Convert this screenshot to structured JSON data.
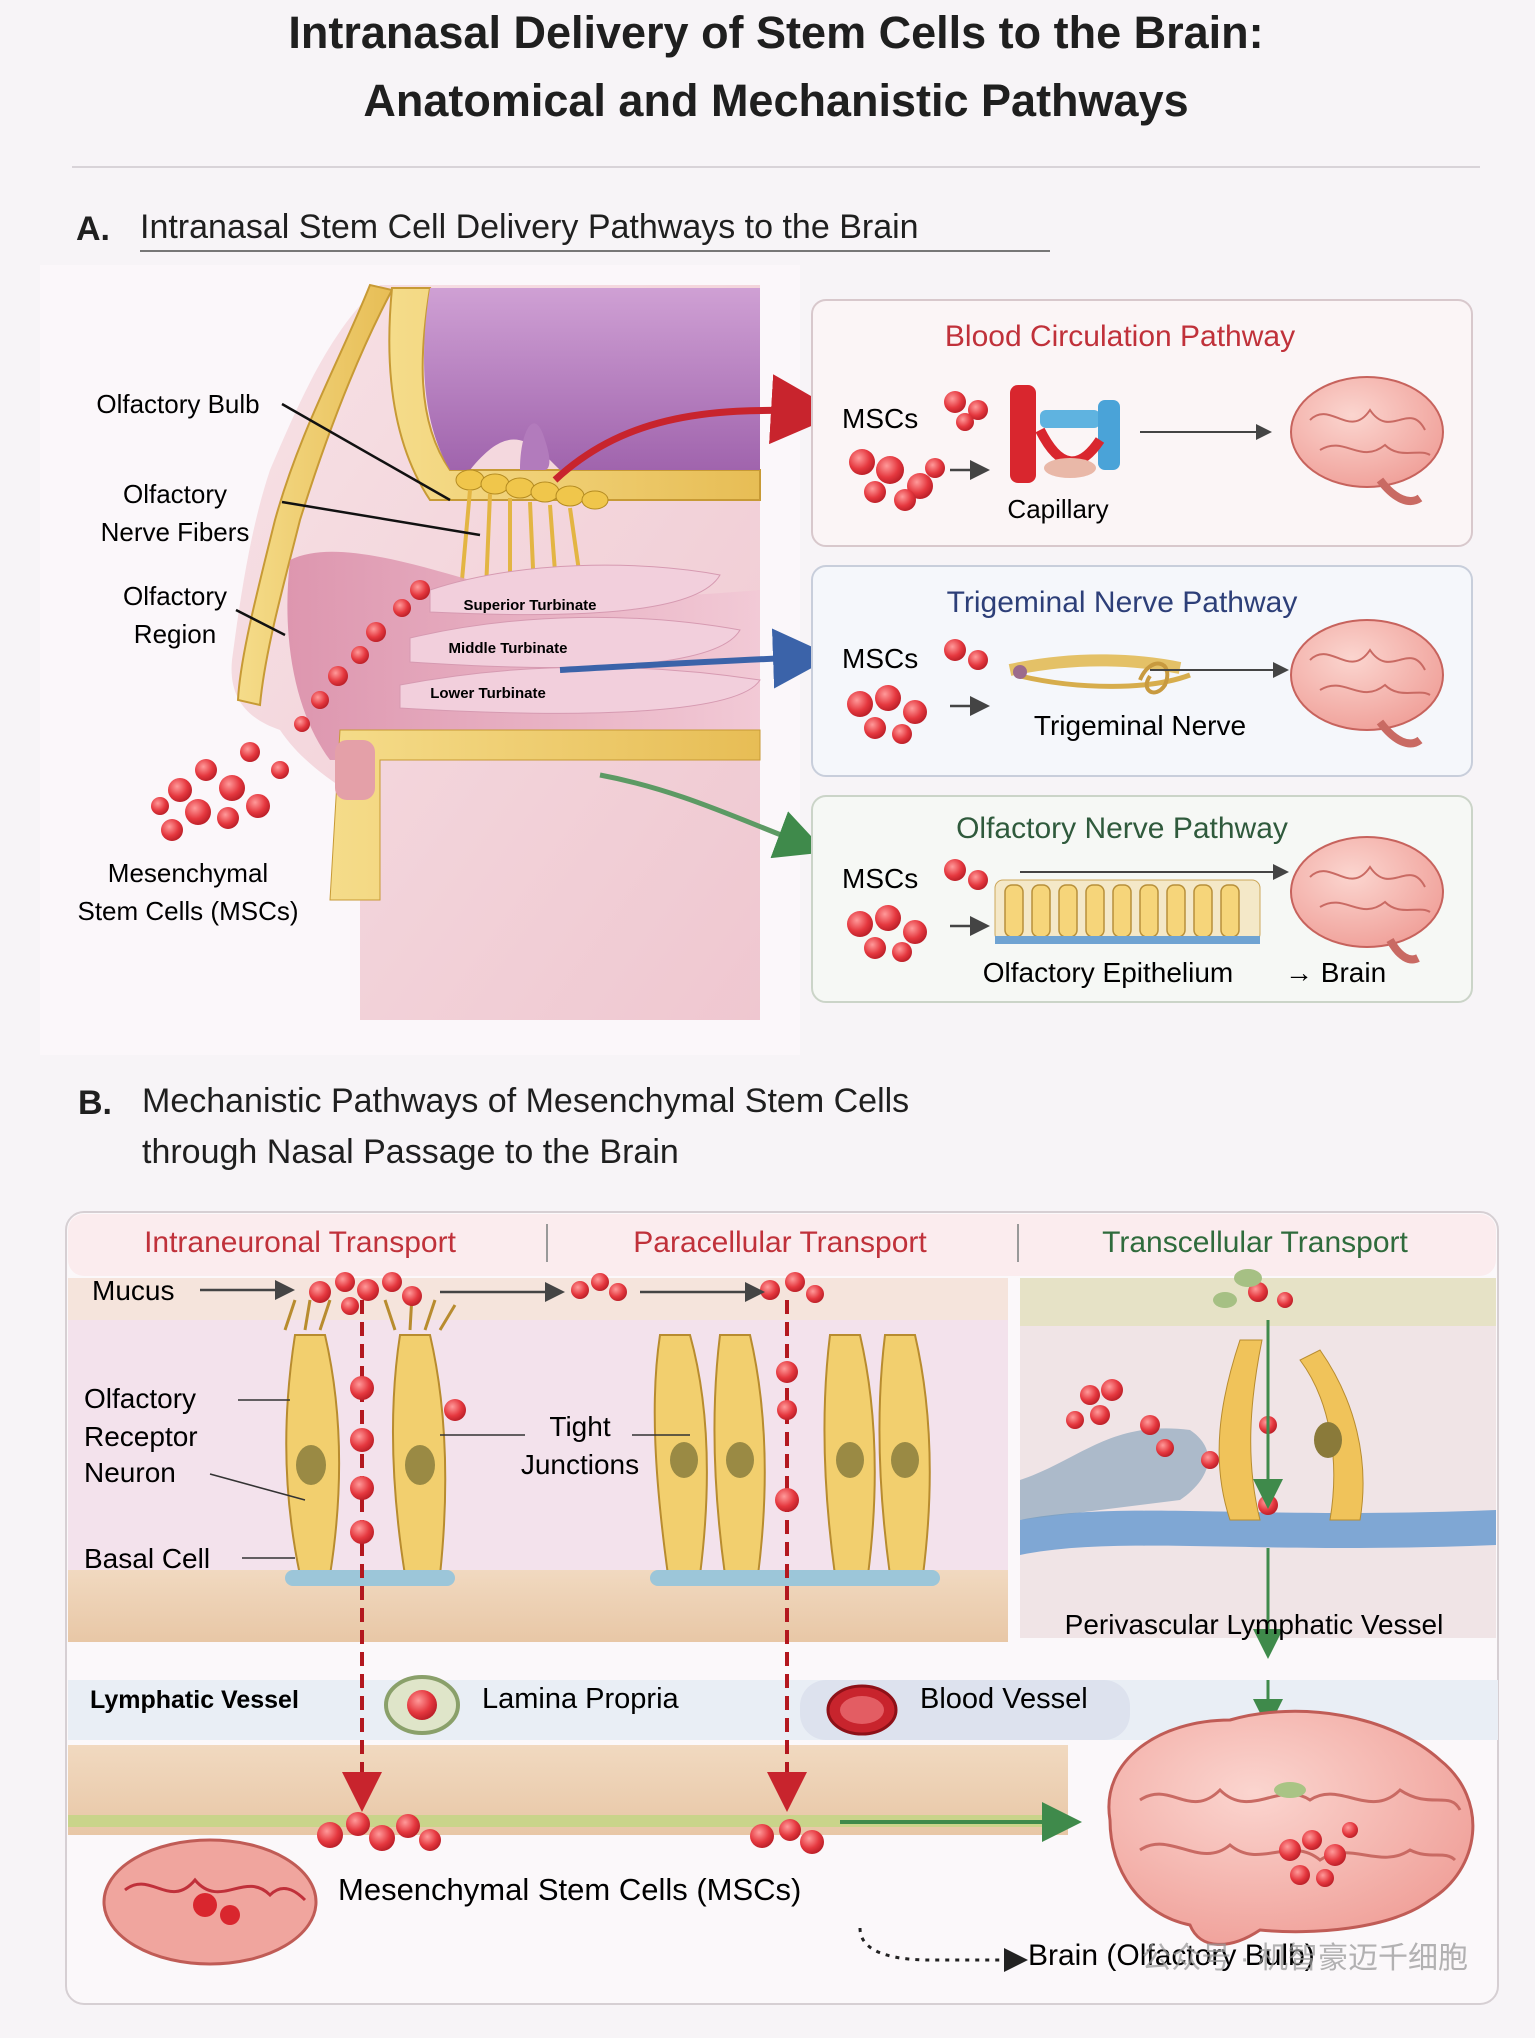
{
  "title": {
    "line1": "Intranasal Delivery of Stem Cells to the Brain:",
    "line2": "Anatomical and Mechanistic Pathways"
  },
  "section_a": {
    "letter": "A.",
    "heading": "Intranasal Stem Cell Delivery Pathways to the Brain",
    "labels": {
      "olfactory_bulb": "Olfactory Bulb",
      "olfactory_nerve_fibers_1": "Olfactory",
      "olfactory_nerve_fibers_2": "Nerve Fibers",
      "olfactory_region_1": "Olfactory",
      "olfactory_region_2": "Region",
      "msc_1": "Mesenchymal",
      "msc_2": "Stem Cells (MSCs)",
      "superior_turbinate": "Superior Turbinate",
      "middle_turbinate": "Middle Turbinate",
      "lower_turbinate": "Lower Turbinate"
    },
    "pathways": [
      {
        "title": "Blood Circulation Pathway",
        "msc": "MSCs",
        "caption": "Capillary",
        "title_color": "#c0313a"
      },
      {
        "title": "Trigeminal Nerve Pathway",
        "msc": "MSCs",
        "caption": "Trigeminal Nerve",
        "title_color": "#2d3f78"
      },
      {
        "title": "Olfactory Nerve Pathway",
        "msc": "MSCs",
        "caption": "Olfactory Epithelium",
        "extra": "→ Brain",
        "title_color": "#2f5a3c"
      }
    ]
  },
  "section_b": {
    "letter": "B.",
    "heading_1": "Mechanistic Pathways of Mesenchymal Stem Cells",
    "heading_2": "through Nasal Passage to the Brain",
    "columns": [
      {
        "label": "Intraneuronal Transport",
        "color": "#c0313a"
      },
      {
        "label": "Paracellular Transport",
        "color": "#c0313a"
      },
      {
        "label": "Transcellular Transport",
        "color": "#2f6b3c"
      }
    ],
    "labels": {
      "mucus": "Mucus",
      "orn_1": "Olfactory",
      "orn_2": "Receptor",
      "orn_3": "Neuron",
      "basal_cell": "Basal Cell",
      "tight_1": "Tight",
      "tight_2": "Junctions",
      "perivascular": "Perivascular Lymphatic Vessel",
      "lymphatic": "Lymphatic Vessel",
      "lamina_propria": "Lamina Propria",
      "blood_vessel": "Blood Vessel",
      "msc": "Mesenchymal Stem Cells (MSCs)",
      "brain_bulb": "Brain (Olfactory Bulb)"
    },
    "watermark": "公众号 · 机智豪迈千细胞"
  }
}
